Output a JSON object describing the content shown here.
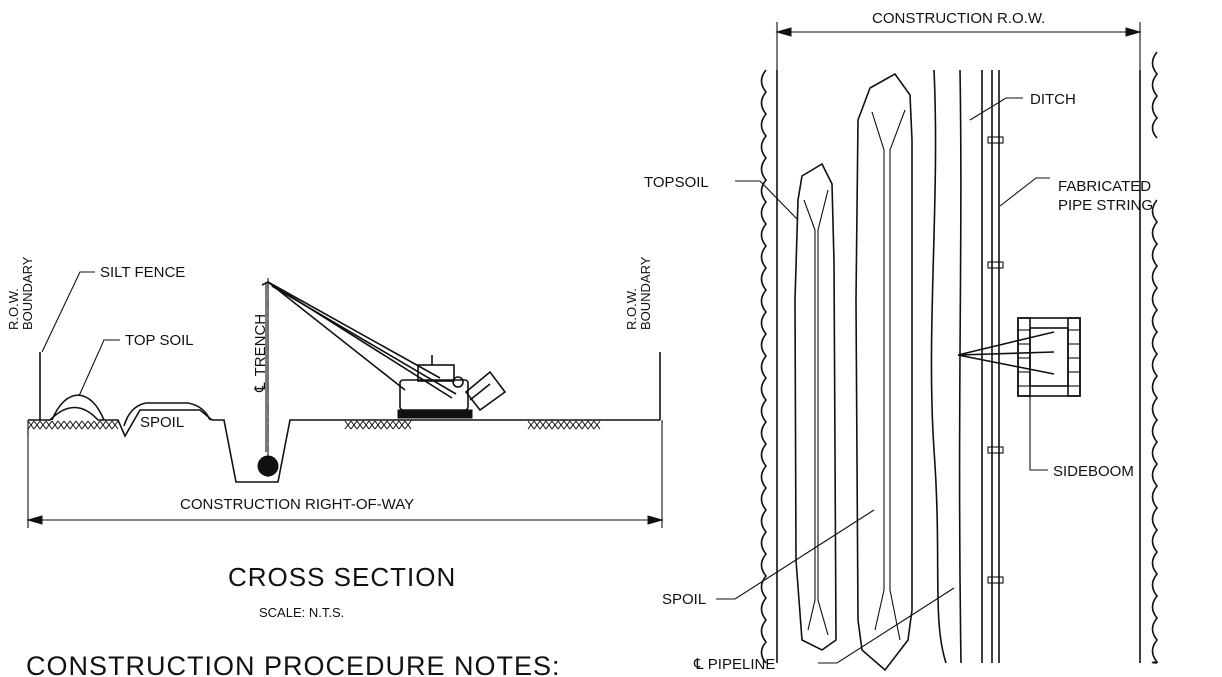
{
  "cross_section": {
    "row_boundary_left": [
      "R.O.W.",
      "BOUNDARY"
    ],
    "row_boundary_right": [
      "R.O.W.",
      "BOUNDARY"
    ],
    "silt_fence": "SILT FENCE",
    "top_soil": "TOP SOIL",
    "spoil": "SPOIL",
    "trench_centerline": "TRENCH",
    "centerline_symbol": "℄",
    "dimension_label": "CONSTRUCTION  RIGHT-OF-WAY",
    "title": "CROSS  SECTION",
    "scale": "SCALE:   N.T.S."
  },
  "plan_view": {
    "row_dimension": "CONSTRUCTION  R.O.W.",
    "topsoil": "TOPSOIL",
    "ditch": "DITCH",
    "fabricated_pipe_string": [
      "FABRICATED",
      "PIPE STRING"
    ],
    "sideboom": "SIDEBOOM",
    "spoil": "SPOIL",
    "pipeline": "℄ PIPELINE"
  },
  "notes_heading": "CONSTRUCTION  PROCEDURE  NOTES:"
}
